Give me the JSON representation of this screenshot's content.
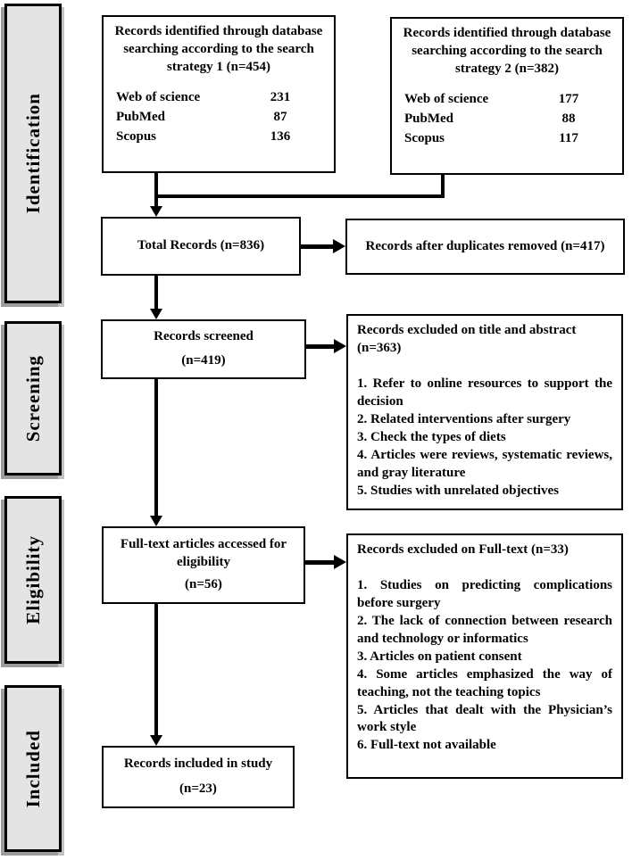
{
  "colors": {
    "background": "#ffffff",
    "box_border": "#000000",
    "stage_fill": "#e4e4e4",
    "text": "#000000"
  },
  "stages": [
    {
      "label": "Identification"
    },
    {
      "label": "Screening"
    },
    {
      "label": "Eligibility"
    },
    {
      "label": "Included"
    }
  ],
  "boxes": {
    "strategy1": {
      "title": "Records identified through database searching according to the search strategy 1 (n=454)",
      "sources": [
        {
          "name": "Web of science",
          "count": "231"
        },
        {
          "name": "PubMed",
          "count": "87"
        },
        {
          "name": "Scopus",
          "count": "136"
        }
      ]
    },
    "strategy2": {
      "title": "Records identified through database searching according to the search strategy 2 (n=382)",
      "sources": [
        {
          "name": "Web of science",
          "count": "177"
        },
        {
          "name": "PubMed",
          "count": "88"
        },
        {
          "name": "Scopus",
          "count": "117"
        }
      ]
    },
    "total": {
      "text": "Total Records (n=836)"
    },
    "duplicates": {
      "text": "Records after duplicates removed (n=417)"
    },
    "screened": {
      "line1": "Records screened",
      "line2": "(n=419)"
    },
    "excluded_title_abstract": {
      "title": "Records excluded on title and abstract",
      "count": "(n=363)",
      "reasons": [
        "1. Refer to online resources to support the decision",
        "2. Related interventions after surgery",
        "3. Check the types of diets",
        "4. Articles were reviews, systematic reviews, and gray literature",
        "5. Studies with unrelated objectives"
      ]
    },
    "fulltext": {
      "line1": "Full-text articles accessed for eligibility",
      "line2": "(n=56)"
    },
    "excluded_fulltext": {
      "title": "Records excluded on Full-text (n=33)",
      "reasons": [
        "1. Studies on predicting complications before surgery",
        "2. The lack of connection between research and technology or informatics",
        "3. Articles on patient consent",
        "4. Some articles emphasized the way of teaching, not the teaching topics",
        "5. Articles that dealt with the Physician’s work style",
        "6. Full-text not available"
      ]
    },
    "included": {
      "line1": "Records included in study",
      "line2": "(n=23)"
    }
  }
}
